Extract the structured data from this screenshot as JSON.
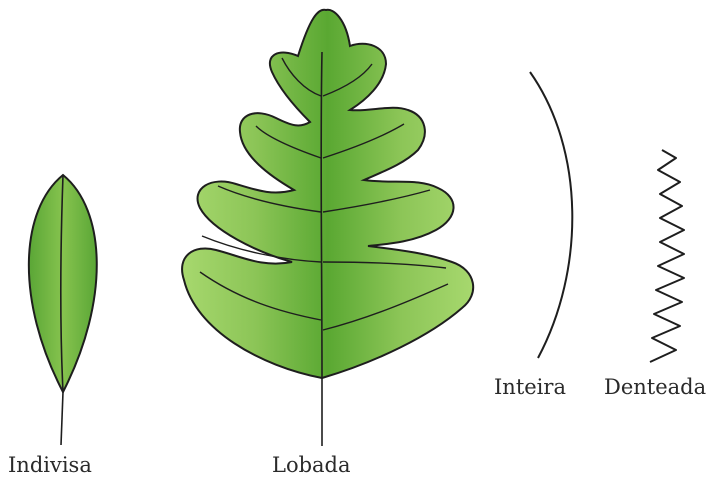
{
  "figure": {
    "items": [
      {
        "label": "Indivisa",
        "icon": "simple-leaf-icon"
      },
      {
        "label": "Lobada",
        "icon": "lobed-leaf-icon"
      },
      {
        "label": "Inteira",
        "icon": "smooth-margin-icon"
      },
      {
        "label": "Denteada",
        "icon": "toothed-margin-icon"
      }
    ],
    "colors": {
      "leaf_edge": "#4a8e2a",
      "leaf_center": "#5aa832",
      "leaf_light": "#a6d66e",
      "outline": "#1e1e1e",
      "text": "#2a2a2a"
    }
  }
}
